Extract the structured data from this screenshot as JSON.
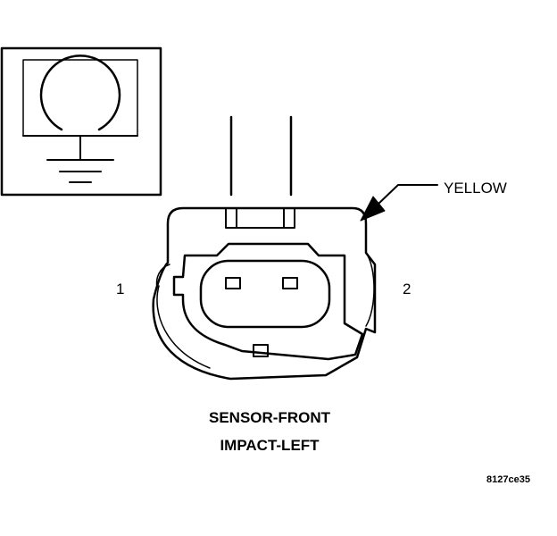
{
  "symbol": {
    "icon": "impact-sensor-ground-symbol"
  },
  "connector": {
    "wire_color": "YELLOW",
    "pins": [
      "1",
      "2"
    ],
    "caption_line1": "SENSOR-FRONT",
    "caption_line2": "IMPACT-LEFT"
  },
  "figure_id": "8127ce35"
}
